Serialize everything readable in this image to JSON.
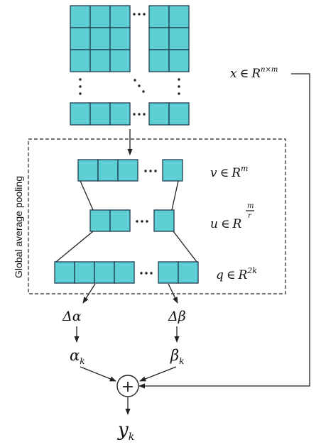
{
  "colors": {
    "cell_fill": "#5ECFD4",
    "cell_stroke": "#1f3c4f",
    "line": "#222222"
  },
  "pooling_label": "Global average pooling",
  "input_label": {
    "var": "x",
    "op": "∈",
    "set": "R",
    "sup": "n×m"
  },
  "vectors": {
    "v": {
      "var": "v",
      "op": "∈",
      "set": "R",
      "sup": "m"
    },
    "u": {
      "var": "u",
      "op": "∈",
      "set": "R",
      "sup_num": "m",
      "sup_den": "r"
    },
    "q": {
      "var": "q",
      "op": "∈",
      "set": "R",
      "sup": "2k"
    }
  },
  "branches": {
    "delta_alpha": "Δα",
    "delta_beta": "Δβ",
    "alpha": {
      "base": "α",
      "sub": "k"
    },
    "beta": {
      "base": "β",
      "sub": "k"
    }
  },
  "sum_symbol": "+",
  "output": {
    "base": "y",
    "sub": "k"
  },
  "ellipsis": "⋯"
}
